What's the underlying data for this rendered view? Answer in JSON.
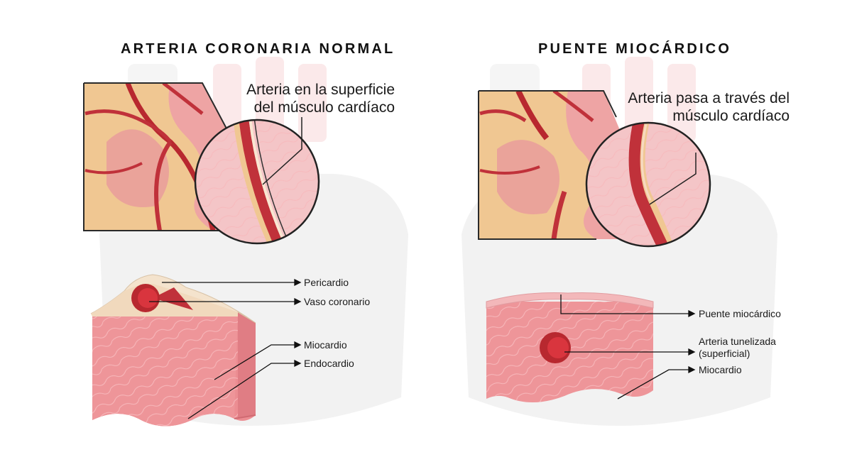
{
  "panels": {
    "left": {
      "title": "ARTERIA CORONARIA NORMAL",
      "callout_line1": "Arteria en la superficie",
      "callout_line2": "del músculo cardíaco",
      "labels": {
        "pericardium": "Pericardio",
        "coronary_vessel": "Vaso coronario",
        "myocardium": "Miocardio",
        "endocardium": "Endocardio"
      }
    },
    "right": {
      "title": "PUENTE MIOCÁRDICO",
      "callout_line1": "Arteria pasa a través del",
      "callout_line2": "músculo cardíaco",
      "labels": {
        "bridge": "Puente miocárdico",
        "tunneled_line1": "Arteria tunelizada",
        "tunneled_line2": "(superficial)",
        "myocardium": "Miocardio"
      }
    }
  },
  "colors": {
    "artery": "#c8313a",
    "muscle": "#ec8d92",
    "fat": "#f0c792",
    "pericardium": "#f4e3cd",
    "watermark": "#f3f3f3"
  }
}
